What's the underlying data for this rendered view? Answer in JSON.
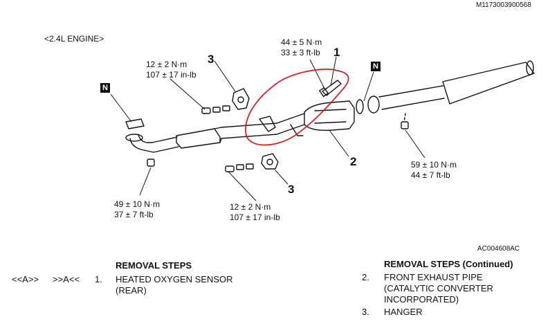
{
  "document": {
    "ref_code": "M1173003900568",
    "engine_label": "<2.4L ENGINE>",
    "figure_code": "AC004608AC"
  },
  "callouts": {
    "n_marker": "N",
    "item1": "1",
    "item2": "2",
    "item3": "3"
  },
  "torques": {
    "sensor": {
      "nm": "44 ± 5 N·m",
      "imp": "33 ± 3 ft-lb"
    },
    "upper_left": {
      "nm": "12 ± 2 N·m",
      "imp": "107 ± 17 in-lb"
    },
    "lower_center": {
      "nm": "12 ± 2 N·m",
      "imp": "107 ± 17 in-lb"
    },
    "front_left": {
      "nm": "49 ± 10 N·m",
      "imp": "37 ± 7 ft-lb"
    },
    "rear_right": {
      "nm": "59 ± 10 N·m",
      "imp": "44 ± 7 ft-lb"
    }
  },
  "removal_steps": {
    "title": "REMOVAL STEPS",
    "notes": [
      "<<A>>",
      ">>A<<"
    ],
    "items": [
      {
        "num": "1.",
        "text_lines": [
          "HEATED OXYGEN SENSOR",
          "(REAR)"
        ]
      }
    ]
  },
  "removal_steps_continued": {
    "title": "REMOVAL STEPS (Continued)",
    "items": [
      {
        "num": "2.",
        "text_lines": [
          "FRONT EXHAUST PIPE",
          "(CATALYTIC CONVERTER",
          "INCORPORATED)"
        ]
      },
      {
        "num": "3.",
        "text_lines": [
          "HANGER"
        ]
      }
    ]
  },
  "annotation_color": "#d42020"
}
